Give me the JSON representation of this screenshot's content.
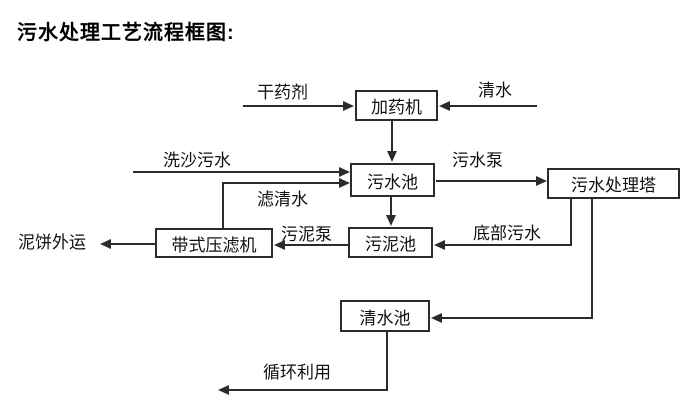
{
  "title": "污水处理工艺流程框图:",
  "nodes": {
    "dosing_machine": "加药机",
    "sewage_pool": "污水池",
    "treatment_tower": "污水处理塔",
    "sludge_pool": "污泥池",
    "belt_filter_press": "带式压滤机",
    "clean_water_pool": "清水池"
  },
  "flow_labels": {
    "dry_agent": "干药剂",
    "clean_water": "清水",
    "sand_washing_sewage": "洗沙污水",
    "sewage_pump": "污水泵",
    "filtered_water": "滤清水",
    "bottom_sewage": "底部污水",
    "sludge_pump": "污泥泵",
    "mud_cake_out": "泥饼外运",
    "recycle_use": "循环利用"
  },
  "connections": [
    {
      "from": "external",
      "to": "加药机",
      "label": "干药剂"
    },
    {
      "from": "external",
      "to": "加药机",
      "label": "清水"
    },
    {
      "from": "加药机",
      "to": "污水池",
      "label": ""
    },
    {
      "from": "external",
      "to": "污水池",
      "label": "洗沙污水"
    },
    {
      "from": "带式压滤机",
      "to": "污水池",
      "label": "滤清水"
    },
    {
      "from": "污水池",
      "to": "污水处理塔",
      "label": "污水泵"
    },
    {
      "from": "污水池",
      "to": "污泥池",
      "label": ""
    },
    {
      "from": "污水处理塔",
      "to": "污泥池",
      "label": "底部污水"
    },
    {
      "from": "污泥池",
      "to": "带式压滤机",
      "label": "污泥泵"
    },
    {
      "from": "带式压滤机",
      "to": "external",
      "label": "泥饼外运"
    },
    {
      "from": "污水处理塔",
      "to": "清水池",
      "label": ""
    },
    {
      "from": "清水池",
      "to": "external",
      "label": "循环利用"
    }
  ],
  "colors": {
    "line": "#2b2b2b",
    "text": "#111111",
    "background": "#ffffff"
  }
}
